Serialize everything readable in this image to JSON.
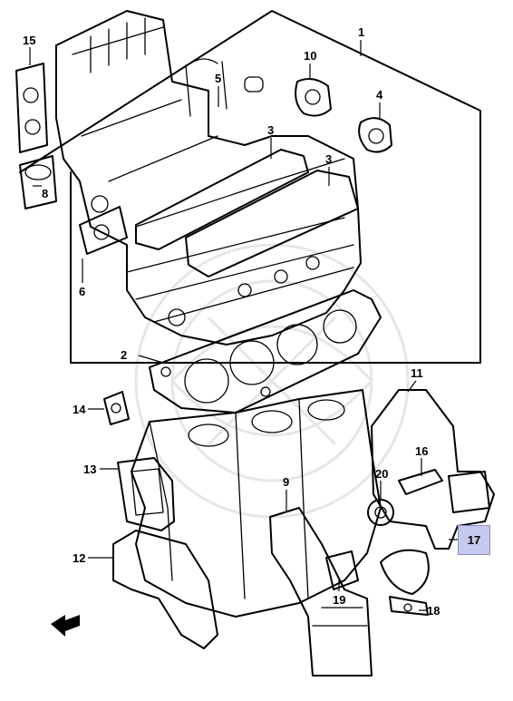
{
  "diagram": {
    "callouts": [
      {
        "id": "c1",
        "label": "1"
      },
      {
        "id": "c2",
        "label": "2"
      },
      {
        "id": "c3a",
        "label": "3"
      },
      {
        "id": "c3b",
        "label": "3"
      },
      {
        "id": "c4",
        "label": "4"
      },
      {
        "id": "c5",
        "label": "5"
      },
      {
        "id": "c6",
        "label": "6"
      },
      {
        "id": "c8",
        "label": "8"
      },
      {
        "id": "c9",
        "label": "9"
      },
      {
        "id": "c10",
        "label": "10"
      },
      {
        "id": "c11",
        "label": "11"
      },
      {
        "id": "c12",
        "label": "12"
      },
      {
        "id": "c13",
        "label": "13"
      },
      {
        "id": "c14",
        "label": "14"
      },
      {
        "id": "c15",
        "label": "15"
      },
      {
        "id": "c16",
        "label": "16"
      },
      {
        "id": "c18",
        "label": "18"
      },
      {
        "id": "c19",
        "label": "19"
      },
      {
        "id": "c20",
        "label": "20"
      }
    ],
    "highlighted": {
      "label": "17",
      "color": "#c7c8ee"
    }
  }
}
